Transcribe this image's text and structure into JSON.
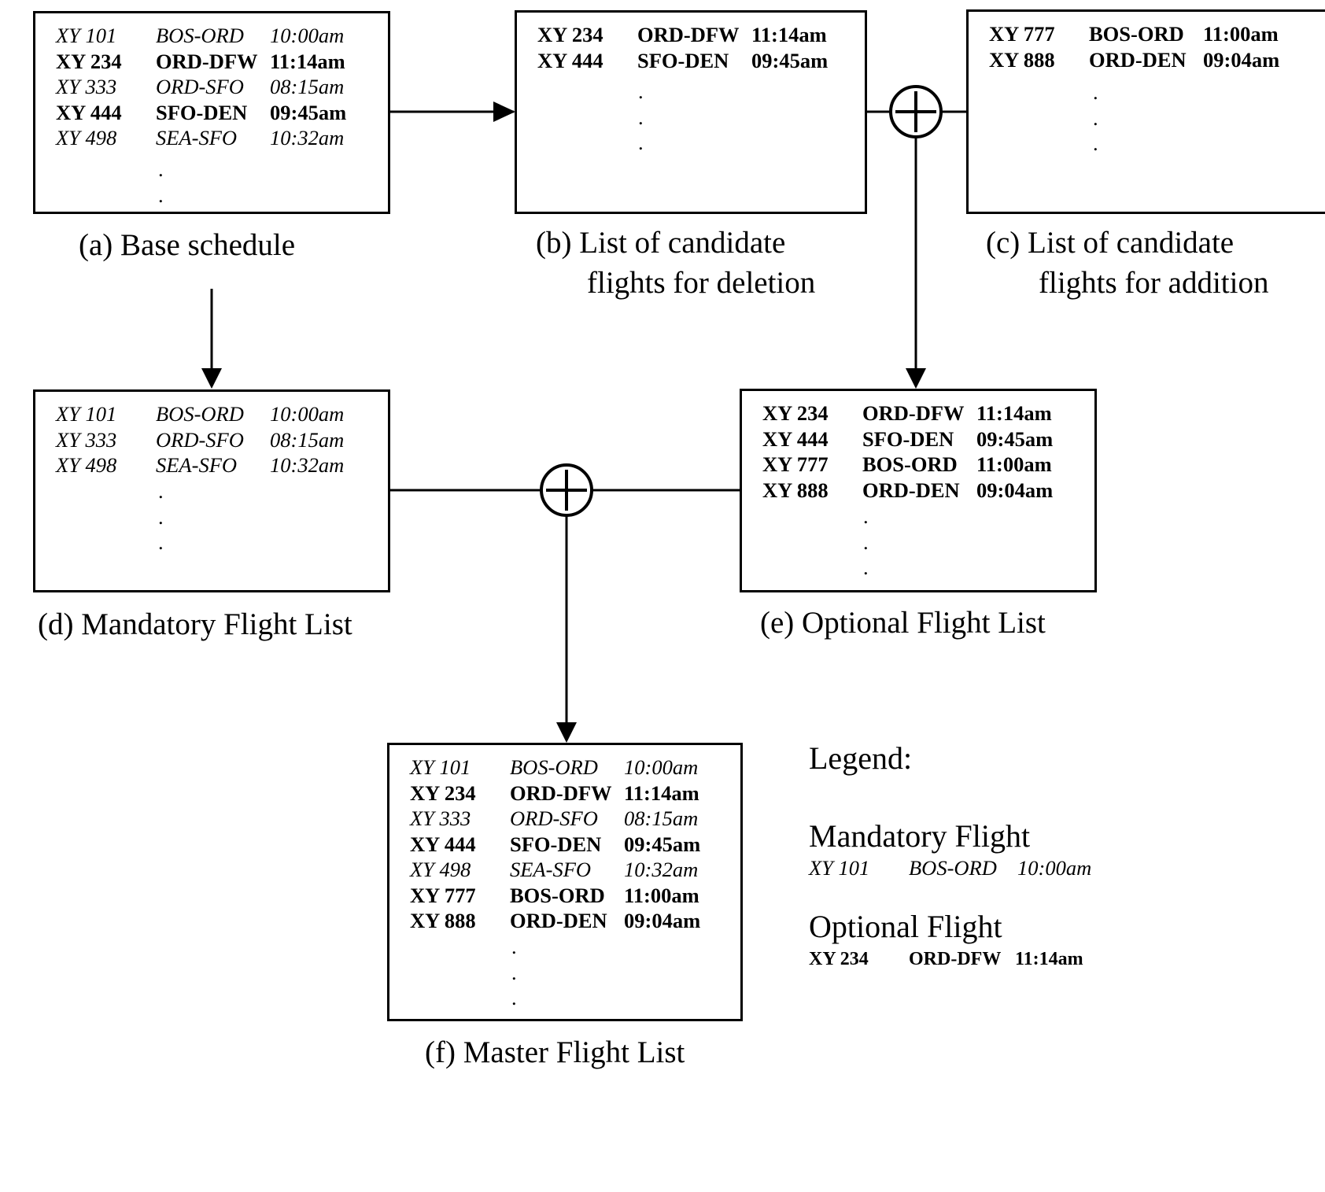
{
  "boxes": {
    "base": {
      "rows": [
        {
          "flight": "XY 101",
          "route": "BOS-ORD",
          "time": "10:00am",
          "kind": "mandatory"
        },
        {
          "flight": "XY 234",
          "route": "ORD-DFW",
          "time": "11:14am",
          "kind": "optional"
        },
        {
          "flight": "XY 333",
          "route": "ORD-SFO",
          "time": "08:15am",
          "kind": "mandatory"
        },
        {
          "flight": "XY 444",
          "route": "SFO-DEN",
          "time": "09:45am",
          "kind": "optional"
        },
        {
          "flight": "XY 498",
          "route": "SEA-SFO",
          "time": "10:32am",
          "kind": "mandatory"
        }
      ],
      "caption": "(a) Base schedule"
    },
    "deletion": {
      "rows": [
        {
          "flight": "XY 234",
          "route": "ORD-DFW",
          "time": "11:14am",
          "kind": "optional"
        },
        {
          "flight": "XY 444",
          "route": "SFO-DEN",
          "time": "09:45am",
          "kind": "optional"
        }
      ],
      "caption_line1": "(b) List of candidate",
      "caption_line2": "flights for deletion"
    },
    "addition": {
      "rows": [
        {
          "flight": "XY 777",
          "route": "BOS-ORD",
          "time": "11:00am",
          "kind": "optional"
        },
        {
          "flight": "XY 888",
          "route": "ORD-DEN",
          "time": "09:04am",
          "kind": "optional"
        }
      ],
      "caption_line1": "(c) List of candidate",
      "caption_line2": "flights for addition"
    },
    "mandatory": {
      "rows": [
        {
          "flight": "XY 101",
          "route": "BOS-ORD",
          "time": "10:00am",
          "kind": "mandatory"
        },
        {
          "flight": "XY 333",
          "route": "ORD-SFO",
          "time": "08:15am",
          "kind": "mandatory"
        },
        {
          "flight": "XY 498",
          "route": "SEA-SFO",
          "time": "10:32am",
          "kind": "mandatory"
        }
      ],
      "caption": "(d) Mandatory Flight List"
    },
    "optional": {
      "rows": [
        {
          "flight": "XY 234",
          "route": "ORD-DFW",
          "time": "11:14am",
          "kind": "optional"
        },
        {
          "flight": "XY 444",
          "route": "SFO-DEN",
          "time": "09:45am",
          "kind": "optional"
        },
        {
          "flight": "XY 777",
          "route": "BOS-ORD",
          "time": "11:00am",
          "kind": "optional"
        },
        {
          "flight": "XY 888",
          "route": "ORD-DEN",
          "time": "09:04am",
          "kind": "optional"
        }
      ],
      "caption": "(e) Optional Flight List"
    },
    "master": {
      "rows": [
        {
          "flight": "XY 101",
          "route": "BOS-ORD",
          "time": "10:00am",
          "kind": "mandatory"
        },
        {
          "flight": "XY 234",
          "route": "ORD-DFW",
          "time": "11:14am",
          "kind": "optional"
        },
        {
          "flight": "XY 333",
          "route": "ORD-SFO",
          "time": "08:15am",
          "kind": "mandatory"
        },
        {
          "flight": "XY 444",
          "route": "SFO-DEN",
          "time": "09:45am",
          "kind": "optional"
        },
        {
          "flight": "XY 498",
          "route": "SEA-SFO",
          "time": "10:32am",
          "kind": "mandatory"
        },
        {
          "flight": "XY 777",
          "route": "BOS-ORD",
          "time": "11:00am",
          "kind": "optional"
        },
        {
          "flight": "XY 888",
          "route": "ORD-DEN",
          "time": "09:04am",
          "kind": "optional"
        }
      ],
      "caption": "(f) Master Flight List"
    }
  },
  "ellipsis": ".",
  "legend": {
    "title": "Legend:",
    "mandatory_label": "Mandatory Flight",
    "mandatory_sample": {
      "flight": "XY 101",
      "route": "BOS-ORD",
      "time": "10:00am"
    },
    "optional_label": "Optional Flight",
    "optional_sample": {
      "flight": "XY 234",
      "route": "ORD-DFW",
      "time": "11:14am"
    }
  },
  "colors": {
    "line": "#000000",
    "background": "#ffffff"
  }
}
